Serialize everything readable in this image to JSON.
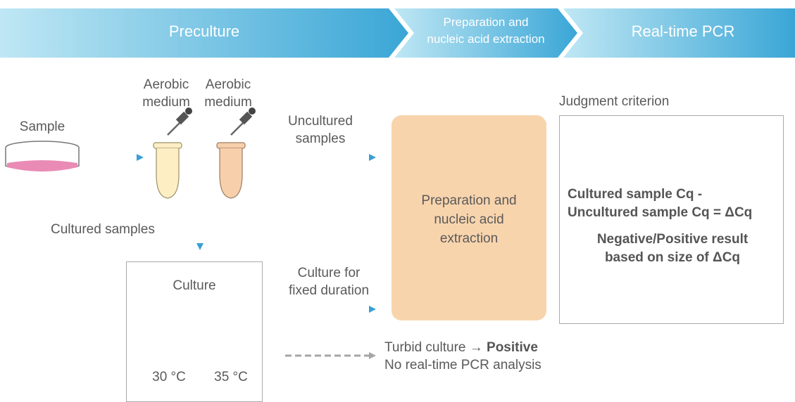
{
  "stages": [
    {
      "label": "Preculture"
    },
    {
      "label_line1": "Preparation and",
      "label_line2": "nucleic acid extraction"
    },
    {
      "label": "Real-time PCR"
    }
  ],
  "tubes": {
    "label1_line1": "Aerobic",
    "label1_line2": "medium",
    "label2_line1": "Aerobic",
    "label2_line2": "medium"
  },
  "sample_label": "Sample",
  "uncultured_label_line1": "Uncultured",
  "uncultured_label_line2": "samples",
  "cultured_label": "Cultured samples",
  "culture_box": {
    "title": "Culture",
    "temp1": "30 °C",
    "temp2": "35 °C"
  },
  "culture_fixed_line1": "Culture for",
  "culture_fixed_line2": "fixed duration",
  "prep_box": {
    "line1": "Preparation and",
    "line2": "nucleic acid",
    "line3": "extraction"
  },
  "judgment": {
    "title": "Judgment criterion",
    "formula_line1": "Cultured sample Cq -",
    "formula_line2": "Uncultured sample Cq = ΔCq",
    "result_line1": "Negative/Positive result",
    "result_line2": "based on size of ΔCq"
  },
  "turbid": {
    "prefix": "Turbid culture → ",
    "bold": "Positive",
    "line2": "No real-time PCR analysis"
  },
  "colors": {
    "stage_gradient_start": "#b4e4f2",
    "stage_gradient_end": "#3aa6d6",
    "arrow": "#4aa3d6",
    "dashed_arrow": "#a6a6a6",
    "tube_yellow": "#fdeec4",
    "tube_orange": "#f7cfab",
    "prep_fill": "#f8d4ad",
    "sample_liquid": "#e98bb5"
  }
}
